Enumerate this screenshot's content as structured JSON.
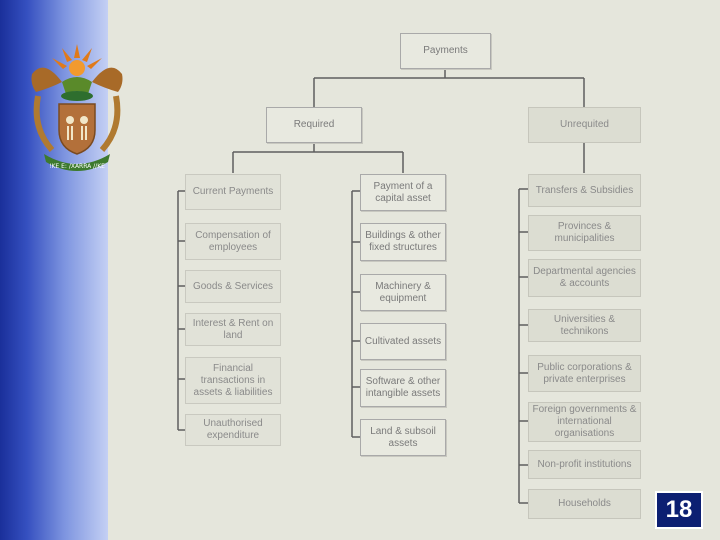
{
  "root": "Payments",
  "level1": {
    "required": "Required",
    "unrequited": "Unrequited"
  },
  "current": [
    "Current Payments",
    "Compensation of employees",
    "Goods & Services",
    "Interest & Rent on land",
    "Financial transactions in assets & liabilities",
    "Unauthorised expenditure"
  ],
  "capital": [
    "Payment of a capital asset",
    "Buildings & other fixed structures",
    "Machinery & equipment",
    "Cultivated assets",
    "Software & other intangible assets",
    "Land & subsoil assets"
  ],
  "transfers": [
    "Transfers & Subsidies",
    "Provinces & municipalities",
    "Departmental agencies & accounts",
    "Universities & technikons",
    "Public corporations & private enterprises",
    "Foreign governments & international organisations",
    "Non-profit institutions",
    "Households"
  ],
  "page_number": "18",
  "colors": {
    "sidebar_dark": "#1a2f9a",
    "sidebar_light": "#c4d0f4",
    "page_number_bg": "#0c1f72",
    "background": "#e5e6dc"
  }
}
